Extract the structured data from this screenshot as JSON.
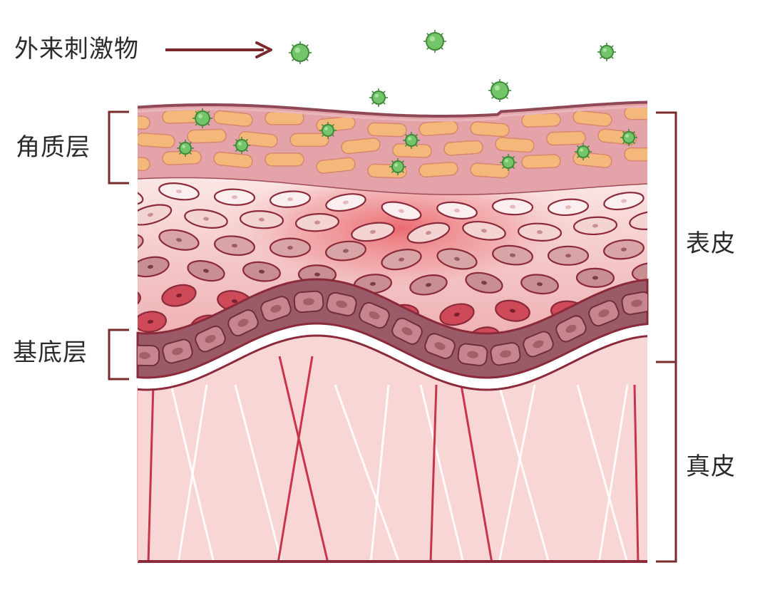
{
  "labels": {
    "irritant": "外来刺激物",
    "stratum_corneum": "角质层",
    "basal_layer": "基底层",
    "epidermis": "表皮",
    "dermis": "真皮"
  },
  "colors": {
    "outline": "#8a2a3a",
    "arrow": "#7a2a2a",
    "corneum_fill": "#e3a3a8",
    "corneum_cell": "#f4b97a",
    "spinous_light": "#f6d7d6",
    "spinous_mid": "#c98e92",
    "spinous_dark": "#cf4a58",
    "inflammation": "#e8585f",
    "basal_fill": "#9b5a68",
    "basal_cell": "#c7868f",
    "dermis_fill": "#f9d6d6",
    "fiber_red": "#c8344a",
    "particle": "#74c56a",
    "bracket": "#7a2a2a"
  },
  "icons": {
    "irritant_particle": "green-spiky-particle-icon"
  }
}
